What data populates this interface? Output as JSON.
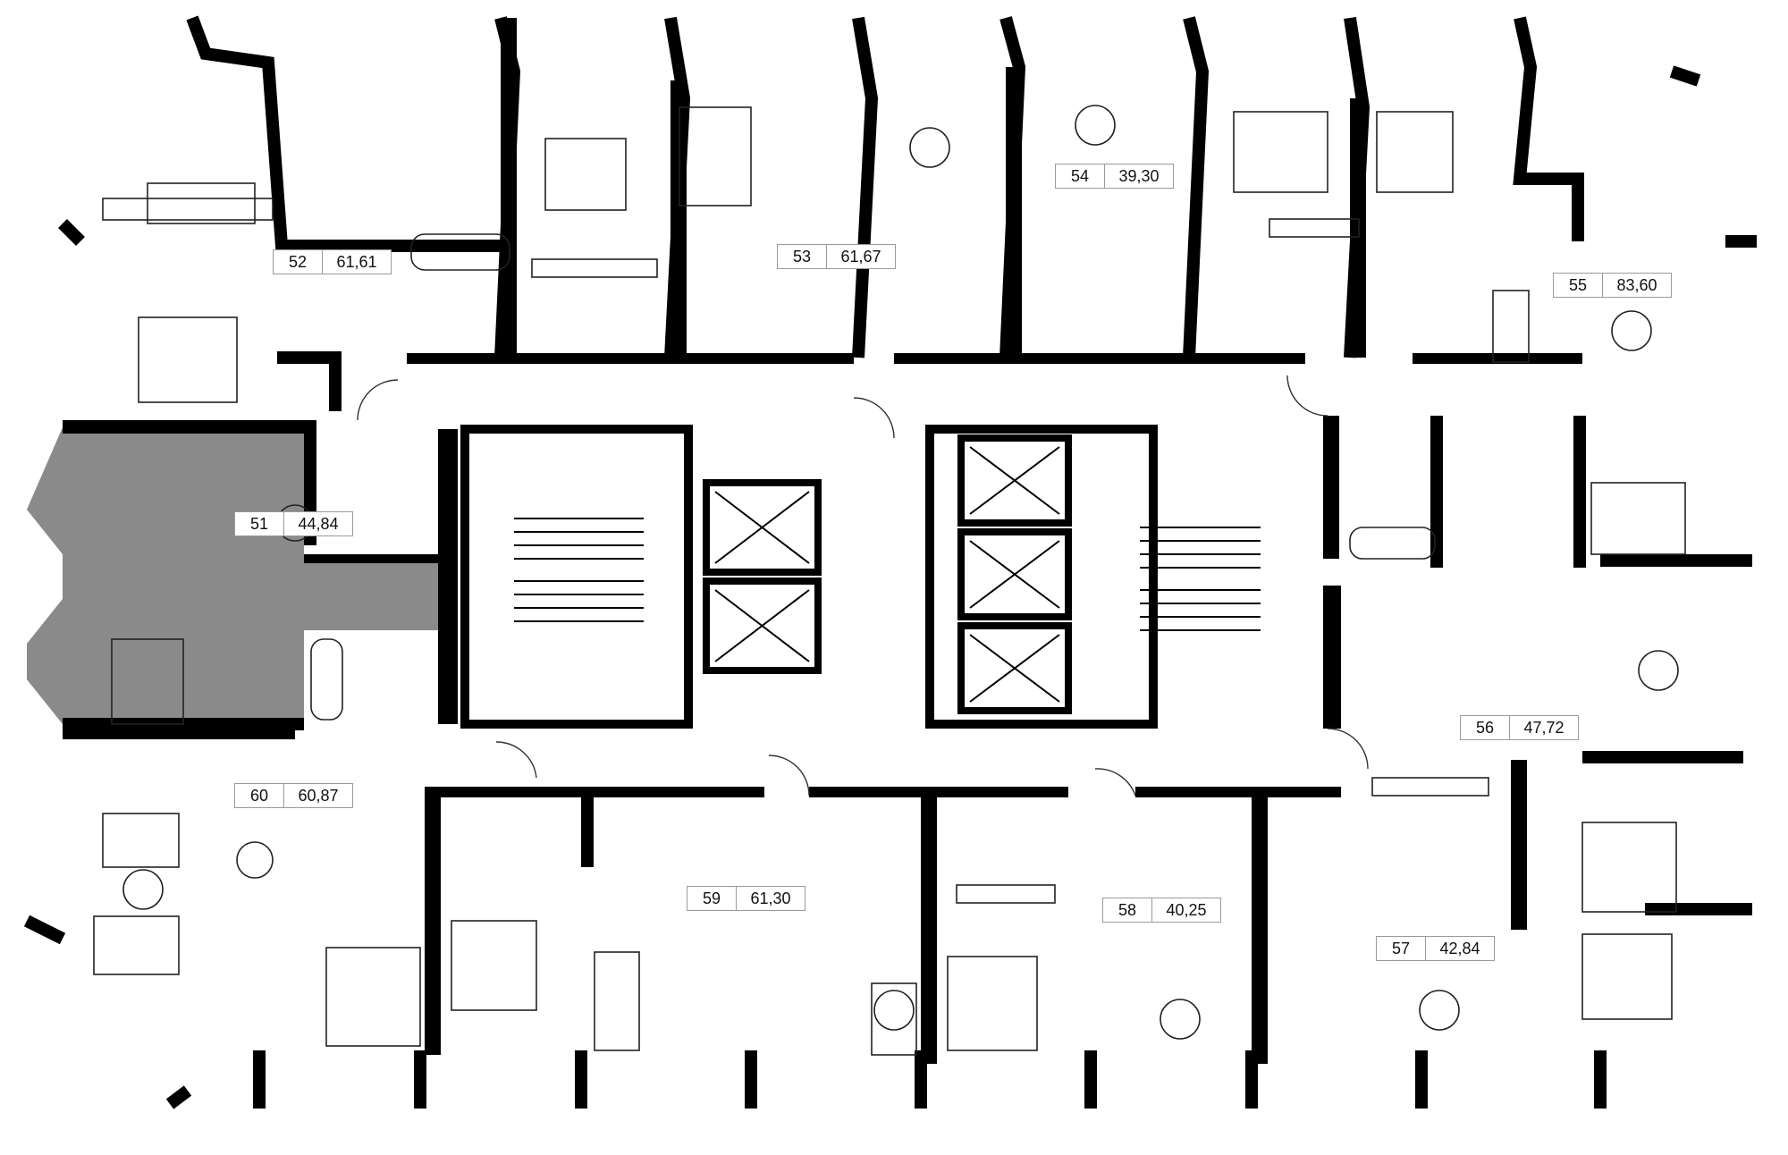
{
  "plan": {
    "colors": {
      "wall": "#000000",
      "line": "#222222",
      "selected_fill": "#8a8a8a",
      "background": "#ffffff"
    },
    "selected_apartment": "51",
    "apartments": [
      {
        "number": "52",
        "area": "61,61"
      },
      {
        "number": "53",
        "area": "61,67"
      },
      {
        "number": "54",
        "area": "39,30"
      },
      {
        "number": "55",
        "area": "83,60"
      },
      {
        "number": "51",
        "area": "44,84"
      },
      {
        "number": "56",
        "area": "47,72"
      },
      {
        "number": "60",
        "area": "60,87"
      },
      {
        "number": "59",
        "area": "61,30"
      },
      {
        "number": "58",
        "area": "40,25"
      },
      {
        "number": "57",
        "area": "42,84"
      }
    ],
    "icons": [
      "elevator-icon",
      "stair-icon",
      "bed-icon",
      "sofa-icon",
      "table-icon",
      "bathtub-icon",
      "toilet-icon",
      "sink-icon",
      "stove-icon",
      "wardrobe-icon"
    ]
  }
}
